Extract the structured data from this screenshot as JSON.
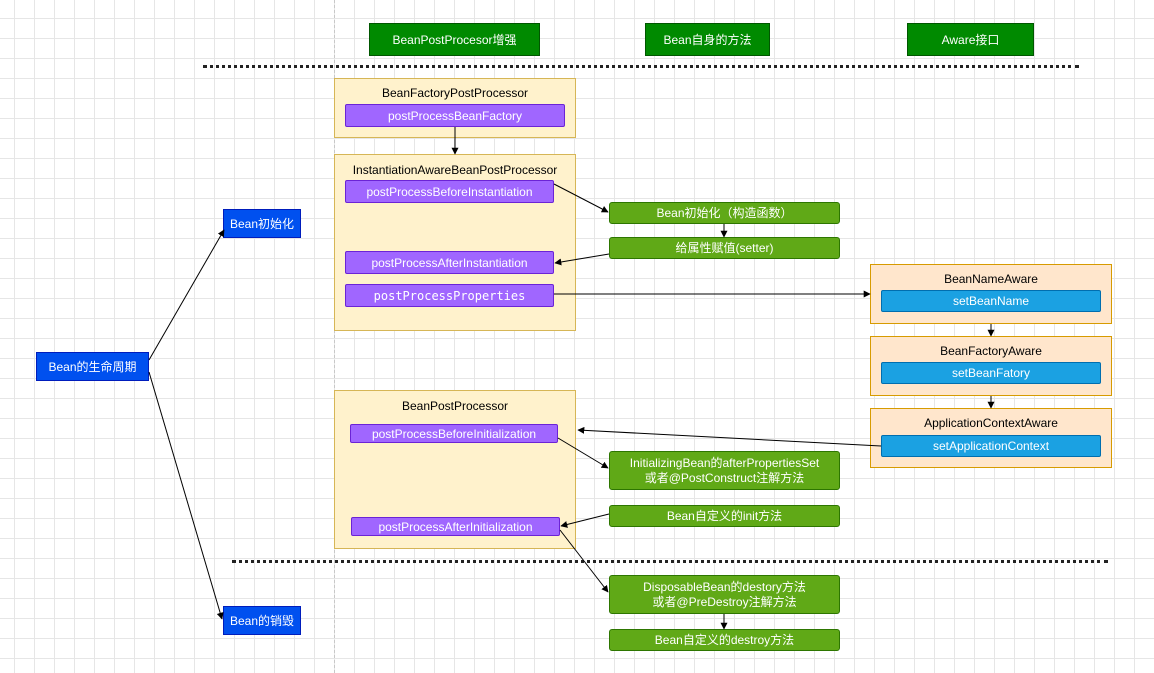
{
  "headers": {
    "post_processor": "BeanPostProcesor增强",
    "bean_own": "Bean自身的方法",
    "aware": "Aware接口"
  },
  "lifecycle": {
    "root": "Bean的生命周期",
    "init": "Bean初始化",
    "destroy": "Bean的销毁"
  },
  "bfpp": {
    "title": "BeanFactoryPostProcessor",
    "method": "postProcessBeanFactory"
  },
  "iabpp": {
    "title": "InstantiationAwareBeanPostProcessor",
    "before": "postProcessBeforeInstantiation",
    "after": "postProcessAfterInstantiation",
    "props": "postProcessProperties"
  },
  "bpp": {
    "title": "BeanPostProcessor",
    "before": "postProcessBeforeInitialization",
    "after": "postProcessAfterInitialization"
  },
  "bean": {
    "construct": "Bean初始化（构造函数）",
    "setter": "给属性赋值(setter)",
    "after_props_line1": "InitializingBean的afterPropertiesSet",
    "after_props_line2": "或者@PostConstruct注解方法",
    "init_method": "Bean自定义的init方法",
    "disposable_line1": "DisposableBean的destory方法",
    "disposable_line2": "或者@PreDestroy注解方法",
    "destroy_method": "Bean自定义的destroy方法"
  },
  "aware": {
    "name_title": "BeanNameAware",
    "name_method": "setBeanName",
    "factory_title": "BeanFactoryAware",
    "factory_method": "setBeanFatory",
    "ctx_title": "ApplicationContextAware",
    "ctx_method": "setApplicationContext"
  }
}
